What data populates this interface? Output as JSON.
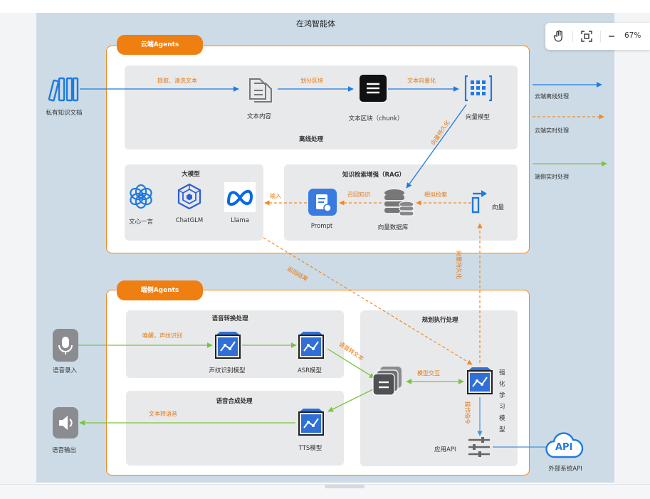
{
  "title": "在鸿智能体",
  "cloud_group": {
    "label": "云端Agents"
  },
  "edge_group": {
    "label": "端侧Agents"
  },
  "offline_panel": {
    "label": "离线处理"
  },
  "llm_panel": {
    "label": "大模型"
  },
  "rag_panel": {
    "label": "知识检索增强（RAG）"
  },
  "speech_panel": {
    "label": "语音转换处理"
  },
  "synth_panel": {
    "label": "语音合成处理"
  },
  "plan_panel": {
    "label": "规划执行处理"
  },
  "nodes": {
    "private_docs": "私有知识文档",
    "text_content": "文本内容",
    "text_chunk": "文本区块（chunk）",
    "vector_model": "向量模型",
    "wenxin": "文心一言",
    "chatglm": "ChatGLM",
    "llama": "Llama",
    "prompt": "Prompt",
    "vector_db": "向量数据库",
    "vector": "向量",
    "voice_input": "语音录入",
    "voiceprint_model": "声纹识别模型",
    "asr_model": "ASR模型",
    "agent_hub": "",
    "rl_model": "强化学习模型",
    "tts_model": "TTS模型",
    "voice_output": "语音输出",
    "app_api": "应用API",
    "external_api": "外部系统API",
    "api_icon_text": "API"
  },
  "edges": {
    "extract_clean": "提取、清洗文本",
    "split_block": "划分区块",
    "vectorize": "文本向量化",
    "persist_vector": "向量持久化",
    "input": "输入",
    "recall": "召回知识",
    "similar_search": "相似检索",
    "return_result": "返回结果",
    "vector_persist2": "向量持久化",
    "wake_voiceprint": "唤醒，声纹识别",
    "speech_to_text": "语音转文本",
    "model_interact": "模型交互",
    "operate_cmd": "操作指令",
    "text_to_speech": "文本转语音"
  },
  "legend": [
    {
      "label": "云端离线处理",
      "color": "#1f7ae0",
      "style": "solid"
    },
    {
      "label": "云端实时处理",
      "color": "#f08a24",
      "style": "dashed"
    },
    {
      "label": "端侧实时处理",
      "color": "#7cc242",
      "style": "solid"
    }
  ],
  "zoom": {
    "level": "67%",
    "hand_icon": "hand-icon",
    "fit_icon": "fit-screen-icon",
    "minus_icon": "minus-icon"
  }
}
